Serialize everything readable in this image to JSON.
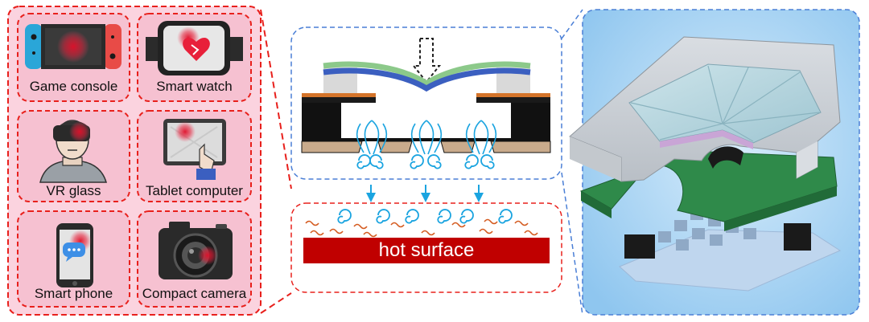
{
  "devices": [
    {
      "label": "Game console",
      "icon": "game-console-icon"
    },
    {
      "label": "Smart watch",
      "icon": "smart-watch-icon"
    },
    {
      "label": "VR glass",
      "icon": "vr-glass-icon"
    },
    {
      "label": "Tablet computer",
      "icon": "tablet-computer-icon"
    },
    {
      "label": "Smart phone",
      "icon": "smart-phone-icon"
    },
    {
      "label": "Compact camera",
      "icon": "compact-camera-icon"
    }
  ],
  "surface": {
    "label": "hot surface"
  },
  "colors": {
    "device_panel_fill": "#f7c9d8",
    "device_border": "#e8201c",
    "blue_border": "#4a7fd6",
    "hot_surface": "#c00000",
    "heat_wave": "#d45a1e",
    "vortex": "#1aa4e0",
    "membrane_green": "#8cc98a",
    "membrane_blue": "#3b5fc0",
    "substrate_tan": "#c9ab8c",
    "copper": "#d4742a",
    "pcb_green": "#2f8a4a",
    "render_bg": "#9fd0f2"
  }
}
